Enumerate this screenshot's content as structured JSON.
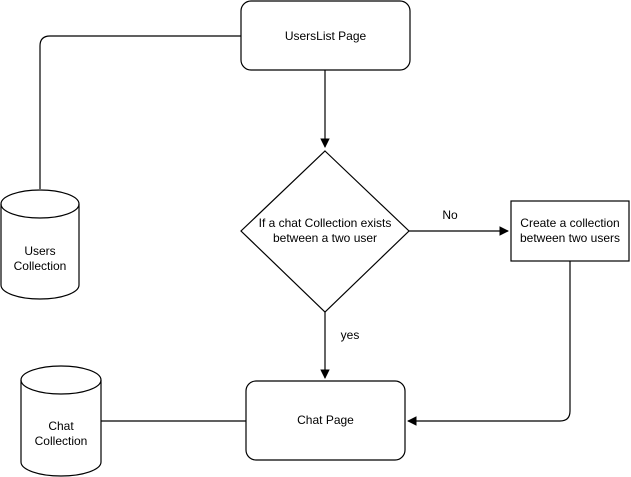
{
  "nodes": {
    "userslist_page": {
      "label": "UsersList Page"
    },
    "decision": {
      "line1": "If a chat Collection exists",
      "line2": "between a two user"
    },
    "create_collection": {
      "line1": "Create a collection",
      "line2": "between two users"
    },
    "chat_page": {
      "label": "Chat Page"
    },
    "users_collection": {
      "line1": "Users",
      "line2": "Collection"
    },
    "chat_collection": {
      "line1": "Chat",
      "line2": "Collection"
    }
  },
  "edges": {
    "no_label": "No",
    "yes_label": "yes"
  }
}
